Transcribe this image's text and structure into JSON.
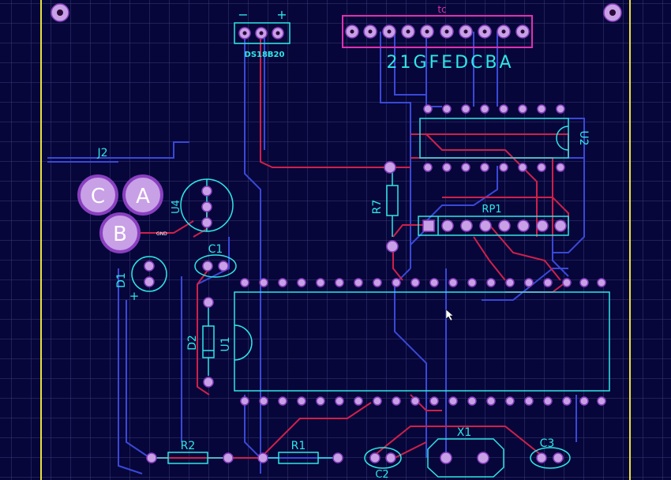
{
  "colors": {
    "board_bg": "#06063a",
    "grid": "#3c3c78",
    "silkscreen": "#2ee6e6",
    "top_copper": "#d0204a",
    "bottom_copper": "#3a48d8",
    "pad": "#c8a0e6",
    "pad_ring": "#8a3fc0",
    "board_outline": "#e8e040",
    "connector_outline": "#e030b0"
  },
  "labels": {
    "ds18b20": "DS18B20",
    "ds_minus": "−",
    "ds_plus": "+",
    "header_code": "tc",
    "segments": "21GFEDCBA",
    "u2": "U2",
    "rp1": "RP1",
    "r7": "R7",
    "j2": "J2",
    "u4": "U4",
    "c1": "C1",
    "d1": "D1",
    "d1_plus": "+",
    "d2": "D2",
    "u1": "U1",
    "r2": "R2",
    "r1": "R1",
    "x1": "X1",
    "c2": "C2",
    "c3": "C3",
    "gnd": "GND"
  },
  "terminals": {
    "c": "C",
    "a": "A",
    "b": "B"
  }
}
